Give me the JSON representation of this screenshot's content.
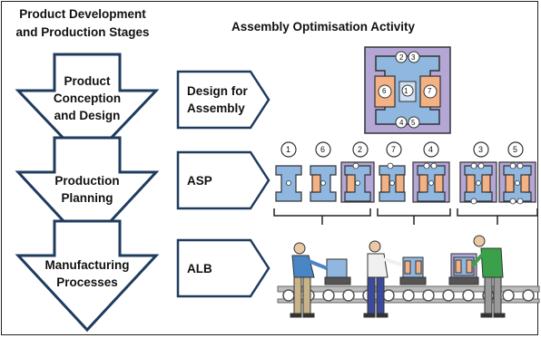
{
  "header": {
    "left_line1": "Product Development",
    "left_line2": "and Production Stages",
    "right": "Assembly Optimisation Activity"
  },
  "stages": [
    {
      "line1": "Product",
      "line2": "Conception",
      "line3": "and Design"
    },
    {
      "line1": "Production",
      "line2": "Planning"
    },
    {
      "line1": "Manufacturing",
      "line2": "Processes"
    }
  ],
  "activities": [
    {
      "line1": "Design for",
      "line2": "Assembly"
    },
    {
      "line1": "ASP"
    },
    {
      "line1": "ALB"
    }
  ],
  "product_part_numbers": [
    "1",
    "2",
    "3",
    "4",
    "5",
    "6",
    "7"
  ],
  "sequence_numbers": [
    "1",
    "6",
    "2",
    "7",
    "4",
    "3",
    "5"
  ],
  "colors": {
    "arrow_stroke": "#1f3b5e",
    "frame_blue": "#8fb7e0",
    "part_orange": "#f4b183",
    "base_purple": "#b4a7d6",
    "conveyor": "#9a9a9a"
  }
}
